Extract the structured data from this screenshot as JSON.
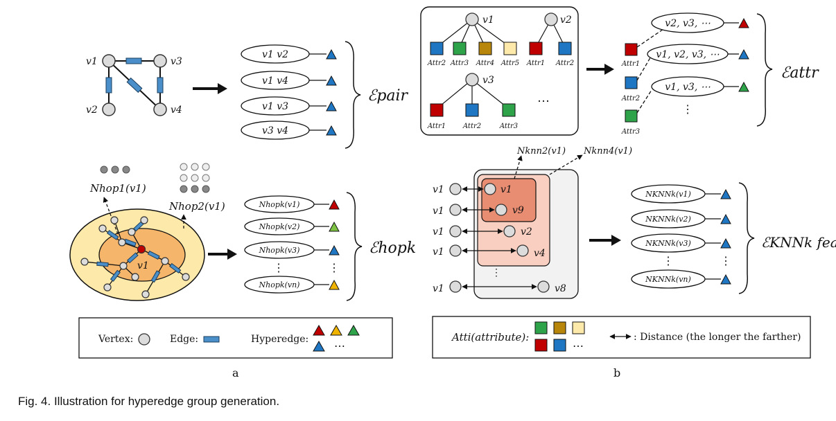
{
  "caption": "Fig. 4. Illustration for hyperedge group generation.",
  "panel_labels": {
    "a": "a",
    "b": "b"
  },
  "colors": {
    "vertex": "#dcdcdc",
    "edge": "#4a8fc9",
    "red": "#c00000",
    "orange": "#f0b400",
    "green": "#2ea34a",
    "blue": "#1f77c4",
    "olive": "#b8860b",
    "cream": "#fde9a9",
    "hop_outer": "#fde9a9",
    "hop_inner": "#f5b56a"
  },
  "pair": {
    "graph_labels": [
      "v1",
      "v2",
      "v3",
      "v4"
    ],
    "items": [
      "v1   v2",
      "v1   v4",
      "v1   v3",
      "v3   v4"
    ],
    "label": "ℰpair"
  },
  "hop": {
    "hop1_label": "Nhop1(v1)",
    "hop2_label": "Nhop2(v1)",
    "center_label": "v1",
    "items": [
      "Nhopk(v1)",
      "Nhopk(v2)",
      "Nhopk(v3)",
      "⋮",
      "Nhopk(vn)"
    ],
    "item_colors": [
      "red",
      "green",
      "blue",
      "none",
      "orange"
    ],
    "label": "ℰhopk"
  },
  "attr": {
    "tree1": {
      "root": "v1",
      "leaves": [
        "Attr2",
        "Attr3",
        "Attr4",
        "Attr5"
      ]
    },
    "tree2": {
      "root": "v2",
      "leaves": [
        "Attr1",
        "Attr2"
      ]
    },
    "tree3": {
      "root": "v3",
      "leaves": [
        "Attr1",
        "Attr2",
        "Attr3"
      ]
    },
    "more": "⋯",
    "groups": [
      {
        "attr": "Attr1",
        "text": "v2, v3, ⋯",
        "color": "red"
      },
      {
        "attr": "Attr2",
        "text": "v1, v2, v3, ⋯",
        "color": "blue"
      },
      {
        "attr": "Attr3",
        "text": "v1, v3, ⋯",
        "color": "green"
      }
    ],
    "vdots": "⋮",
    "label": "ℰattr"
  },
  "knn": {
    "top_labels": [
      "Nknn2(v1)",
      "Nknn4(v1)"
    ],
    "rows": [
      "v1",
      "v1",
      "v1",
      "v1",
      "v1"
    ],
    "targets": [
      "v1",
      "v9",
      "v2",
      "v4",
      "v8"
    ],
    "vdots": "⋮",
    "items": [
      "NKNNk(v1)",
      "NKNNk(v2)",
      "NKNNk(v3)",
      "⋮",
      "NKNNk(vn)"
    ],
    "label": "ℰKNNk feature"
  },
  "legend_a": {
    "vertex": "Vertex:",
    "edge": "Edge:",
    "hyperedge": "Hyperedge:",
    "more": "⋯"
  },
  "legend_b": {
    "attr": "Atti(attribute):",
    "more": "⋯",
    "distance": ": Distance (the longer the farther)"
  }
}
